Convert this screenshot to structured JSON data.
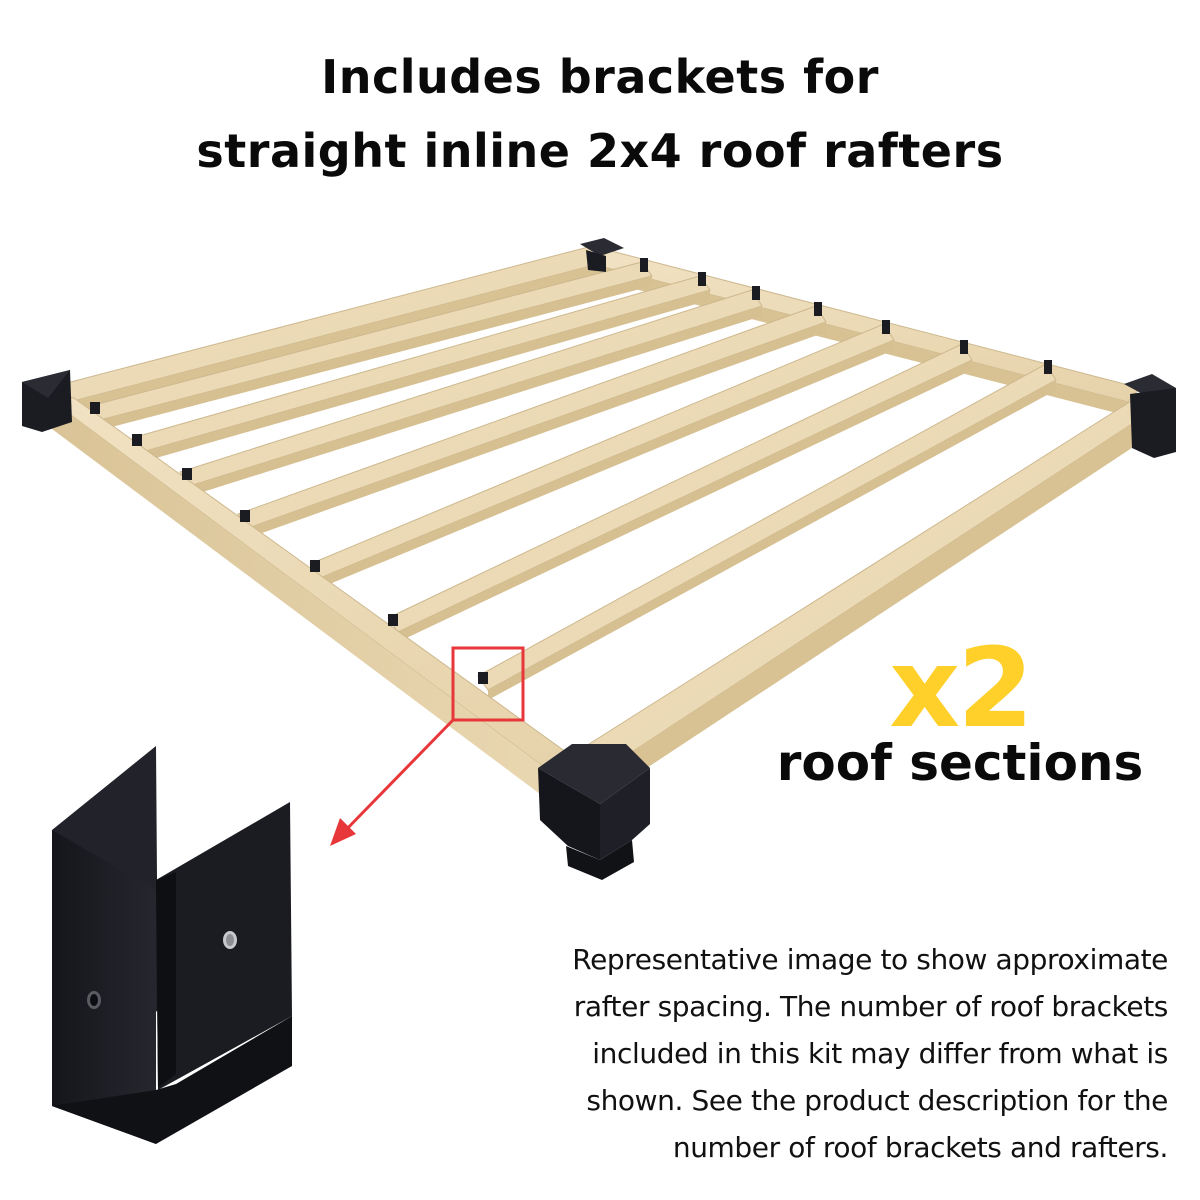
{
  "headline": {
    "line1": "Includes brackets for",
    "line2": "straight inline 2x4 roof rafters"
  },
  "callout": {
    "multiplier": "x2",
    "label": "roof sections"
  },
  "disclaimer": {
    "lines": [
      "Representative image to show approximate",
      "rafter spacing. The number of roof brackets",
      "included in this kit may differ from what is",
      "shown. See the product description for the",
      "number of roof brackets and rafters."
    ]
  },
  "colors": {
    "accent_yellow": "#FFD02A",
    "highlight_red": "#E8373A",
    "bracket_black": "#1b1c22",
    "wood": "#EAD8B4",
    "text": "#0a0a0a"
  },
  "icons": {
    "frame": "pergola-roof-frame-illustration",
    "bracket": "roof-rafter-bracket-closeup",
    "pointer": "red-arrow-pointer"
  }
}
